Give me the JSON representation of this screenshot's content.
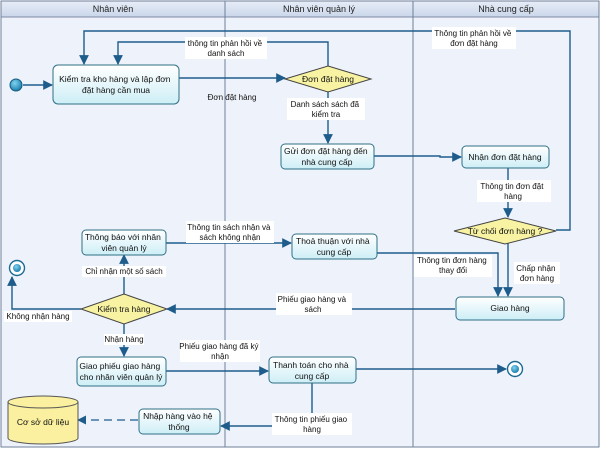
{
  "lanes": [
    {
      "id": "nhanvien",
      "label": "Nhân viên"
    },
    {
      "id": "quanly",
      "label": "Nhân viên quản lý"
    },
    {
      "id": "ncc",
      "label": "Nhà cung cấp"
    }
  ],
  "nodes": {
    "kiem_tra_kho": [
      "Kiểm tra kho hàng và lập đơn",
      "đặt hàng cần mua"
    ],
    "don_dat_hang": [
      "Đơn đặt hàng"
    ],
    "gui_don": [
      "Gửi đơn đặt hàng đến",
      "nhà cung cấp"
    ],
    "nhan_don": [
      "Nhận đơn đặt hàng"
    ],
    "tu_choi": [
      "Từ chối đơn hàng ?"
    ],
    "thong_bao": [
      "Thông báo với nhân",
      "viên quản lý"
    ],
    "thoa_thuan": [
      "Thoả thuận với nhà",
      "cung cấp"
    ],
    "kiem_tra_hang": [
      "Kiểm tra hàng"
    ],
    "giao_hang": [
      "Giao hàng"
    ],
    "giao_phieu": [
      "Giao phiếu giao hàng",
      "cho nhân viên quản lý"
    ],
    "thanh_toan": [
      "Thanh toán cho nhà",
      "cung cấp"
    ],
    "nhap_hang": [
      "Nhập hàng vào hệ",
      "thống"
    ],
    "csdl": [
      "Cơ sở dữ liệu"
    ]
  },
  "labels": {
    "phan_hoi_danh_sach": [
      "thông tin phản hồi về",
      "danh sách"
    ],
    "don_dat_hang_flow": [
      "Đơn đặt hàng"
    ],
    "ds_da_kiem_tra": [
      "Danh sách sách đã",
      "kiểm tra"
    ],
    "phan_hoi_don": [
      "Thông tin phản hồi về",
      "đơn đặt hàng"
    ],
    "tt_don_dat_hang": [
      "Thông tin đơn đặt",
      "hàng"
    ],
    "tt_sach_nhan": [
      "Thông tin sách nhận và",
      "sách không nhận"
    ],
    "tt_don_thay_doi": [
      "Thông tin đơn hàng",
      "thay đổi"
    ],
    "chap_nhan": [
      "Chấp nhận",
      "đơn hàng"
    ],
    "chi_nhan": [
      "Chỉ nhận một số sách"
    ],
    "phieu_giao_sach": [
      "Phiếu giao hàng và",
      "sách"
    ],
    "khong_nhan": [
      "Không nhận hàng"
    ],
    "nhan_hang": [
      "Nhận hàng"
    ],
    "phieu_da_ky": [
      "Phiếu giao hàng đã ký",
      "nhận"
    ],
    "tt_phieu_giao": [
      "Thông tin phiếu giao",
      "hàng"
    ]
  }
}
